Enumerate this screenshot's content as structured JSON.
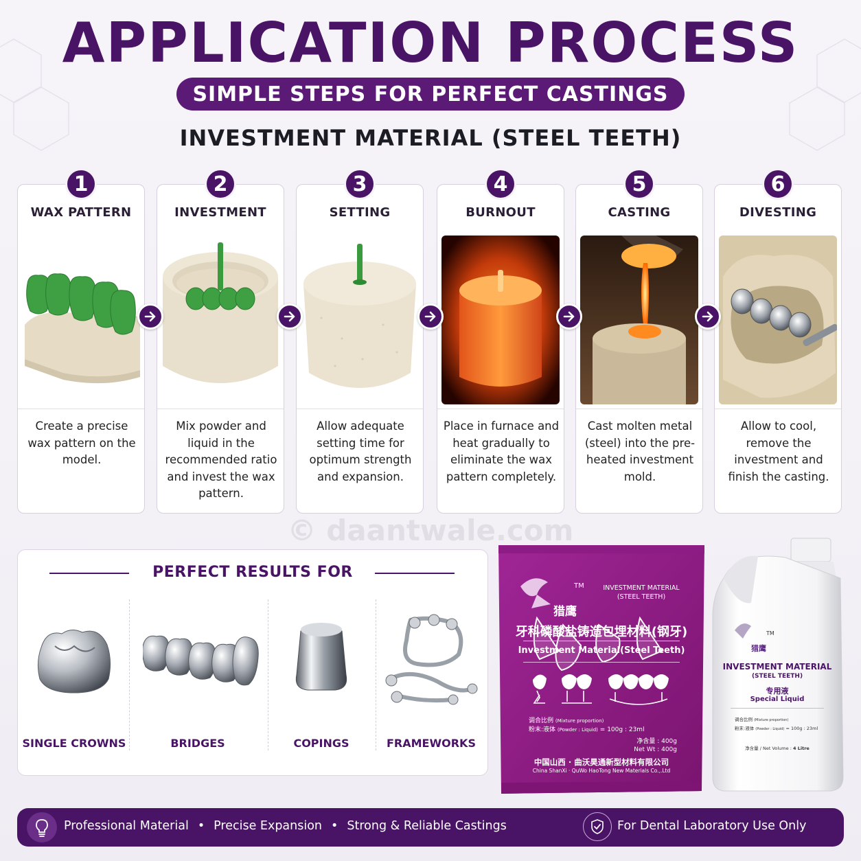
{
  "title": "APPLICATION PROCESS",
  "subtitle": "SIMPLE STEPS FOR PERFECT CASTINGS",
  "section_heading": "INVESTMENT MATERIAL (STEEL TEETH)",
  "colors": {
    "brand": "#4a1466",
    "accent": "#5b1a76",
    "wax_green": "#3a9a3e",
    "molten": "#ff7a1a"
  },
  "steps": [
    {
      "num": "1",
      "title": "WAX PATTERN",
      "desc": "Create a precise wax pattern on the model."
    },
    {
      "num": "2",
      "title": "INVESTMENT",
      "desc": "Mix powder and liquid in the recommended ratio and invest the wax pattern."
    },
    {
      "num": "3",
      "title": "SETTING",
      "desc": "Allow adequate setting time for optimum strength and expansion."
    },
    {
      "num": "4",
      "title": "BURNOUT",
      "desc": "Place in furnace and heat gradually to eliminate the wax pattern completely."
    },
    {
      "num": "5",
      "title": "CASTING",
      "desc": "Cast molten metal (steel) into the pre-heated investment mold."
    },
    {
      "num": "6",
      "title": "DIVESTING",
      "desc": "Allow to cool, remove the investment and finish the casting."
    }
  ],
  "arrow_icon": "arrow-right-icon",
  "watermark": "© daantwale.com",
  "results": {
    "title": "PERFECT RESULTS FOR",
    "items": [
      {
        "label": "SINGLE CROWNS",
        "icon": "crown-icon"
      },
      {
        "label": "BRIDGES",
        "icon": "bridge-icon"
      },
      {
        "label": "COPINGS",
        "icon": "coping-icon"
      },
      {
        "label": "FRAMEWORKS",
        "icon": "framework-icon"
      }
    ]
  },
  "bag": {
    "tm": "TM",
    "brand_cn": "猎鹰",
    "corner_title": "INVESTMENT MATERIAL",
    "corner_sub": "(STEEL TEETH)",
    "name_cn": "牙科磷酸盐铸造包埋材料(钢牙)",
    "name_en": "Investment  Material(Steel  Teeth)",
    "mix_cn": "调合比例",
    "mix_en": "(Mixture proportion)",
    "ratio_cn": "粉末:液体",
    "ratio_en": "(Powder : Liquid)",
    "ratio_val": "= 100g : 23ml",
    "net_cn": "净含量 : 400g",
    "net_en": "Net Wt : 400g",
    "company_cn": "中国山西 · 曲沃昊通新型材料有限公司",
    "company_en": "China ShanXi · QuWo HaoTong New Materials Co.,.Ltd"
  },
  "bottle": {
    "tm": "TM",
    "brand_cn": "猎鹰",
    "title": "INVESTMENT MATERIAL",
    "sub": "(STEEL TEETH)",
    "liquid_cn": "专用液",
    "liquid_en": "Special Liquid",
    "mix_cn": "调合比例",
    "mix_en": "(Mixture proportion)",
    "ratio_cn": "粉末:液体",
    "ratio_en": "(Powder : Liquid)",
    "ratio_val": "= 100g : 23ml",
    "volume_cn": "净含量",
    "volume_en": "/ Net Volume :",
    "volume_val": "4 Litre"
  },
  "bottom_bar": {
    "features": [
      "Professional Material",
      "Precise Expansion",
      "Strong & Reliable Castings"
    ],
    "separator": "•",
    "right_text": "For Dental Laboratory Use Only",
    "left_icon": "lightbulb-icon",
    "right_icon": "shield-check-icon"
  }
}
